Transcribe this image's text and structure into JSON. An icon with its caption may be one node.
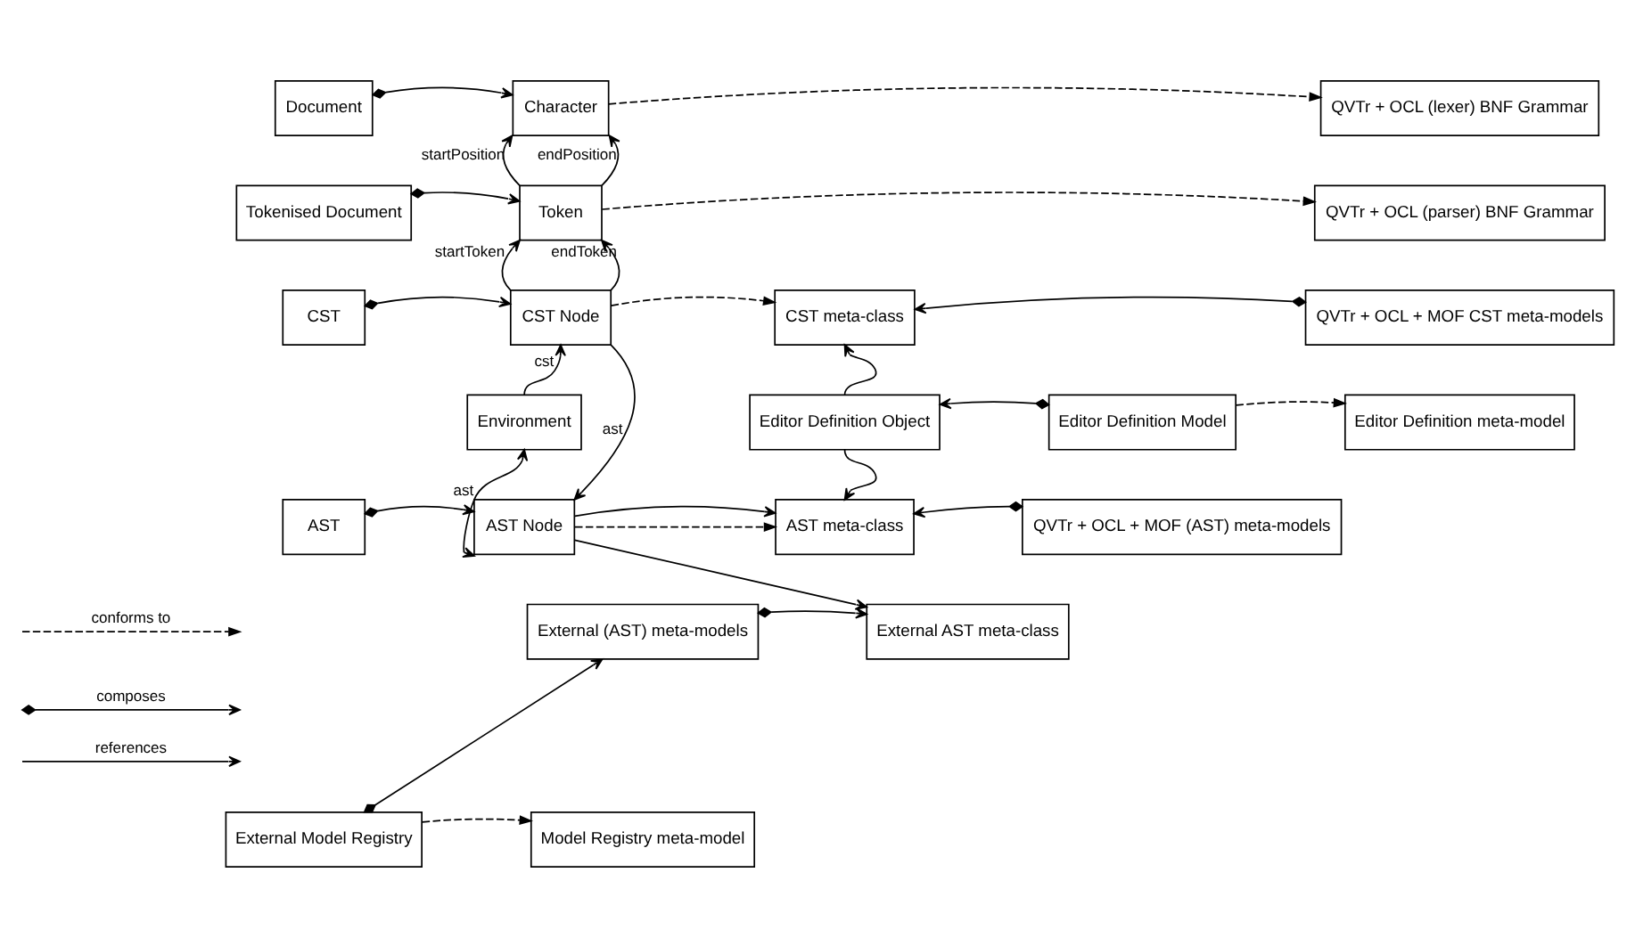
{
  "diagram": {
    "nodes": [
      {
        "text": [
          "Document"
        ]
      },
      {
        "text": [
          "Character"
        ]
      },
      {
        "text": [
          "QVTr + OCL (lexer) BNF Grammar"
        ]
      },
      {
        "text": [
          "Tokenised Document"
        ]
      },
      {
        "text": [
          "Token"
        ]
      },
      {
        "text": [
          "QVTr + OCL (parser) BNF Grammar"
        ]
      },
      {
        "text": [
          "CST"
        ]
      },
      {
        "text": [
          "CST Node"
        ]
      },
      {
        "text": [
          "CST meta-class"
        ]
      },
      {
        "text": [
          "QVTr + OCL + MOF CST meta-models"
        ]
      },
      {
        "text": [
          "Environment"
        ]
      },
      {
        "text": [
          "Editor Definition Object"
        ]
      },
      {
        "text": [
          "Editor Definition Model"
        ]
      },
      {
        "text": [
          "Editor Definition meta-model"
        ]
      },
      {
        "text": [
          "AST"
        ]
      },
      {
        "text": [
          "AST Node"
        ]
      },
      {
        "text": [
          "AST meta-class"
        ]
      },
      {
        "text": [
          "QVTr + OCL + MOF (AST) meta-models"
        ]
      },
      {
        "text": [
          "External AST meta-class"
        ]
      },
      {
        "text": [
          "External (AST) meta-models"
        ]
      },
      {
        "text": [
          "External Model Registry"
        ]
      },
      {
        "text": [
          "Model Registry meta-model"
        ]
      }
    ],
    "edges": [
      {
        "from": 0,
        "to": 1,
        "arrow": "to"
      },
      {
        "from": 1,
        "to": 2,
        "arrow": "to",
        "style": "dashed"
      },
      {
        "from": 3,
        "to": 4,
        "arrow": "to"
      },
      {
        "from": 4,
        "to": 5,
        "arrow": "to",
        "style": "dashed"
      },
      {
        "from": 4,
        "to": 1,
        "arrow": "to",
        "label": "startPosition"
      },
      {
        "from": 4,
        "to": 1,
        "arrow": "to",
        "label": "endPosition"
      },
      {
        "from": 6,
        "to": 7,
        "arrow": "to"
      },
      {
        "from": 7,
        "to": 8,
        "arrow": "to",
        "style": "dashed"
      },
      {
        "from": 7,
        "to": 4,
        "arrow": "to",
        "label": "startToken"
      },
      {
        "from": 7,
        "to": 4,
        "arrow": "to",
        "label": "endToken"
      },
      {
        "from": 9,
        "to": 8,
        "arrow": "to"
      },
      {
        "from": 10,
        "to": 7,
        "arrow": "to",
        "label": "cst"
      },
      {
        "from": 10,
        "to": 15,
        "arrow": "both",
        "label": "ast"
      },
      {
        "from": 7,
        "to": 15,
        "arrow": "to",
        "label": "ast"
      },
      {
        "from": 11,
        "to": 8,
        "arrow": "to"
      },
      {
        "from": 11,
        "to": 16,
        "arrow": "to"
      },
      {
        "from": 12,
        "to": 11,
        "arrow": "to"
      },
      {
        "from": 12,
        "to": 13,
        "arrow": "to",
        "style": "dashed"
      },
      {
        "from": 14,
        "to": 15,
        "arrow": "to"
      },
      {
        "from": 15,
        "to": 16,
        "arrow": "to",
        "style": "dashed"
      },
      {
        "from": 15,
        "to": 16,
        "arrow": "to"
      },
      {
        "from": 15,
        "to": 18,
        "arrow": "to"
      },
      {
        "from": 17,
        "to": 16,
        "arrow": "to"
      },
      {
        "from": 19,
        "to": 18,
        "arrow": "to"
      },
      {
        "from": 20,
        "to": 19,
        "arrow": "to"
      },
      {
        "from": 20,
        "to": 21,
        "arrow": "to",
        "style": "dashed"
      }
    ],
    "legend": [
      {
        "text": "conforms to"
      },
      {
        "text": "composes"
      },
      {
        "text": "references"
      }
    ]
  }
}
